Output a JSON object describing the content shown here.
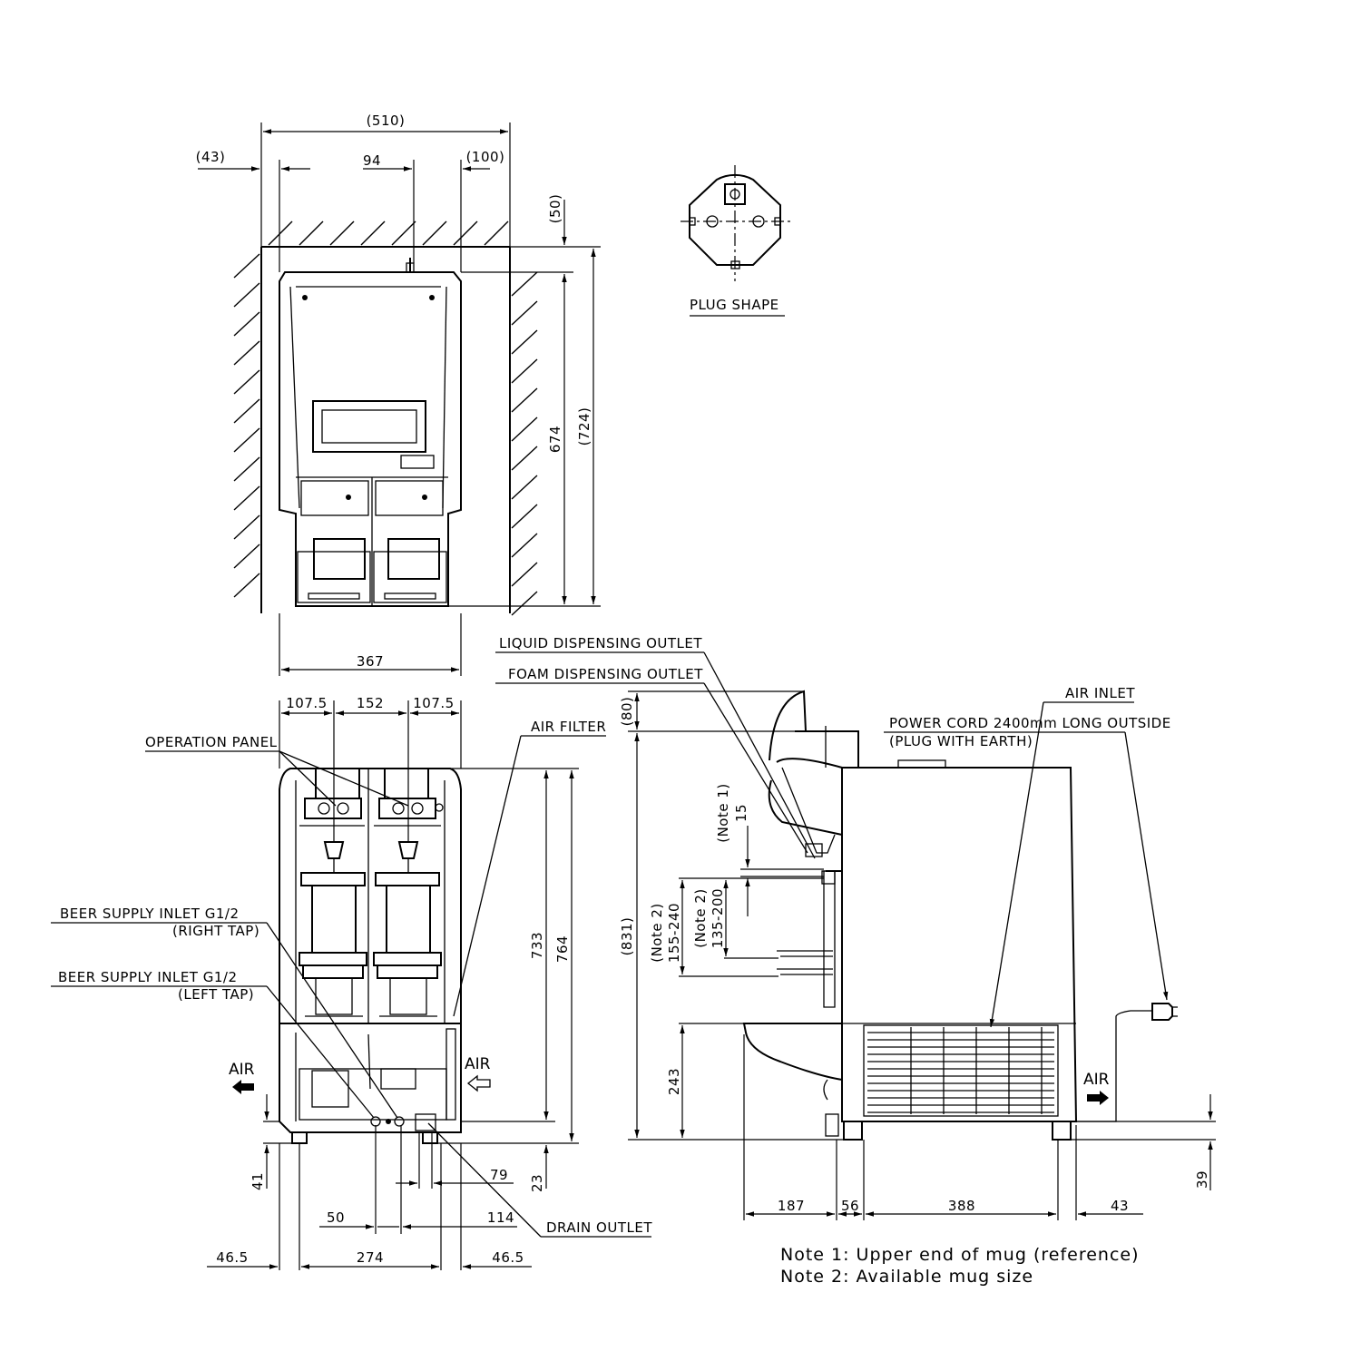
{
  "labels": {
    "plug_shape": "PLUG SHAPE",
    "operation_panel": "OPERATION PANEL",
    "air_filter": "AIR FILTER",
    "beer_inlet_right": "BEER SUPPLY INLET G1/2",
    "right_tap": "(RIGHT TAP)",
    "beer_inlet_left": "BEER SUPPLY INLET G1/2",
    "left_tap": "(LEFT TAP)",
    "air": "AIR",
    "drain_outlet": "DRAIN OUTLET",
    "liquid_outlet": "LIQUID DISPENSING OUTLET",
    "foam_outlet": "FOAM DISPENSING OUTLET",
    "air_inlet": "AIR INLET",
    "power_cord": "POWER CORD 2400mm LONG OUTSIDE",
    "plug_earth": "(PLUG WITH EARTH)"
  },
  "dimensions": {
    "top_510": "(510)",
    "top_43": "(43)",
    "top_94": "94",
    "top_100": "(100)",
    "top_50": "(50)",
    "top_674": "674",
    "top_724": "(724)",
    "top_367": "367",
    "front_1075a": "107.5",
    "front_152": "152",
    "front_1075b": "107.5",
    "front_733": "733",
    "front_764": "764",
    "front_41": "41",
    "front_23": "23",
    "front_79": "79",
    "front_50": "50",
    "front_114": "114",
    "front_465a": "46.5",
    "front_274": "274",
    "front_465b": "46.5",
    "side_80": "(80)",
    "side_831": "(831)",
    "side_note1": "(Note 1)",
    "side_15": "15",
    "side_note2a": "(Note 2)",
    "side_155_240": "155-240",
    "side_note2b": "(Note 2)",
    "side_135_200": "135-200",
    "side_243": "243",
    "side_187": "187",
    "side_56": "56",
    "side_388": "388",
    "side_43": "43",
    "side_39": "39"
  },
  "notes": {
    "note1": "Note 1: Upper end of mug (reference)",
    "note2": "Note 2: Available mug size"
  }
}
